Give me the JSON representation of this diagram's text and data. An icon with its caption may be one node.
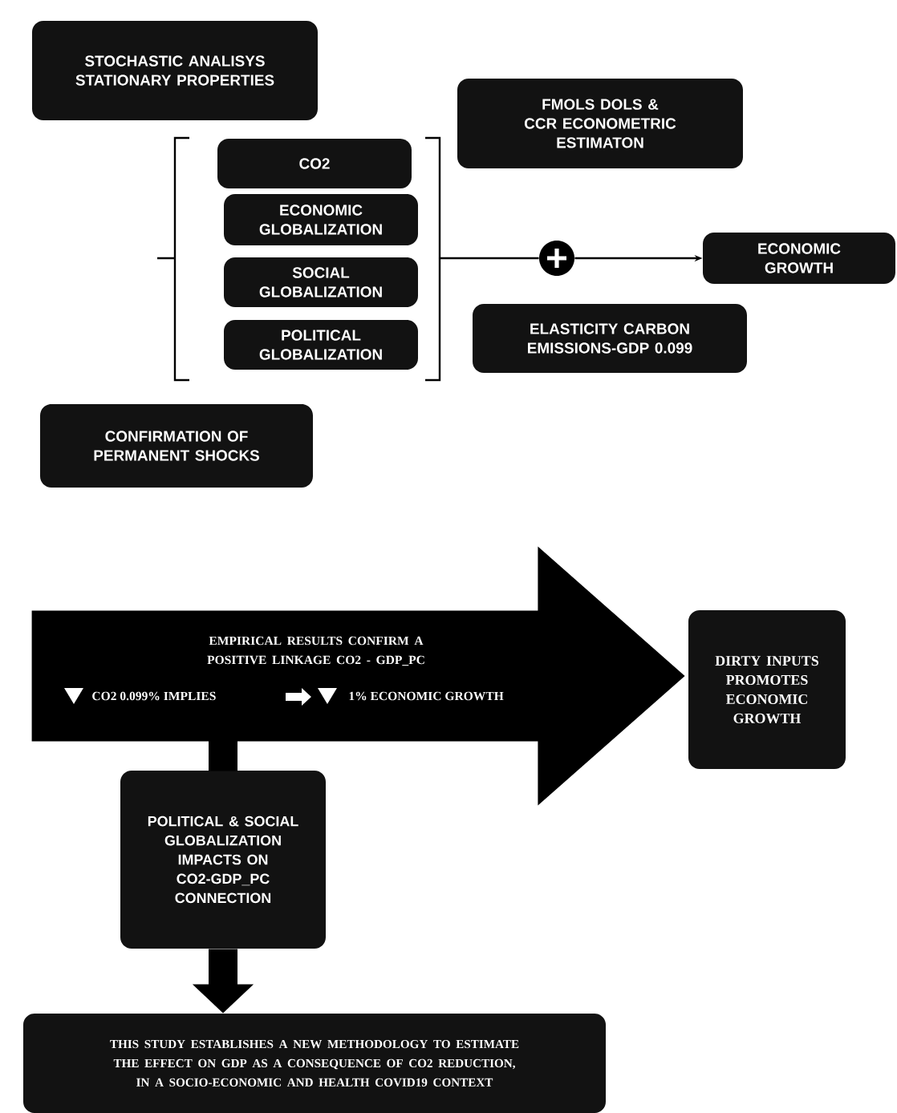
{
  "diagram": {
    "nodes": [
      {
        "text": [
          "STOCHASTIC ANALISYS STATIONARY PROPERTIES"
        ]
      },
      {
        "text": [
          "FMOLS DOLS & CCR ECONOMETRIC ESTIMATON"
        ]
      },
      {
        "text": [
          "CO2"
        ]
      },
      {
        "text": [
          "ECONOMIC GLOBALIZATION"
        ]
      },
      {
        "text": [
          "SOCIAL GLOBALIZATION"
        ]
      },
      {
        "text": [
          "POLITICAL GLOBALIZATION"
        ]
      },
      {
        "text": [],
        "shape": "circle"
      },
      {
        "text": [
          "ECONOMIC GROWTH"
        ]
      },
      {
        "text": [
          "ELASTICITY CARBON EMISSIONS-GDP 0.099"
        ]
      },
      {
        "text": [
          "CONFIRMATION OF PERMANENT SHOCKS"
        ]
      },
      {
        "text": [
          "EMPIRICAL RESULTS CONFIRM A POSITIVE LINKAGE CO2 - GDP_PC",
          "CO2 0.099% IMPLIES",
          "1% ECONOMIC GROWTH"
        ]
      },
      {
        "text": [
          "DIRTY INPUTS PROMOTES ECONOMIC GROWTH"
        ]
      },
      {
        "text": [
          "POLITICAL & SOCIAL GLOBALIZATION IMPACTS ON CO2-GDP_PC CONNECTION"
        ]
      },
      {
        "text": [
          "THIS STUDY ESTABLISHES A NEW METHODOLOGY TO ESTIMATE THE EFFECT ON GDP AS A CONSEQUENCE OF CO2 REDUCTION, IN A SOCIO-ECONOMIC AND HEALTH COVID19 CONTEXT"
        ]
      }
    ],
    "edges": [
      {
        "from": null,
        "to": 6,
        "arrow": "none"
      },
      {
        "from": 6,
        "to": 7,
        "arrow": "to"
      },
      {
        "from": 10,
        "to": 12,
        "arrow": "none",
        "style": "thick"
      },
      {
        "from": 12,
        "to": 13,
        "arrow": "to",
        "style": "thick"
      },
      {
        "from": 10,
        "to": 11,
        "arrow": "to",
        "style": "thick"
      }
    ]
  }
}
